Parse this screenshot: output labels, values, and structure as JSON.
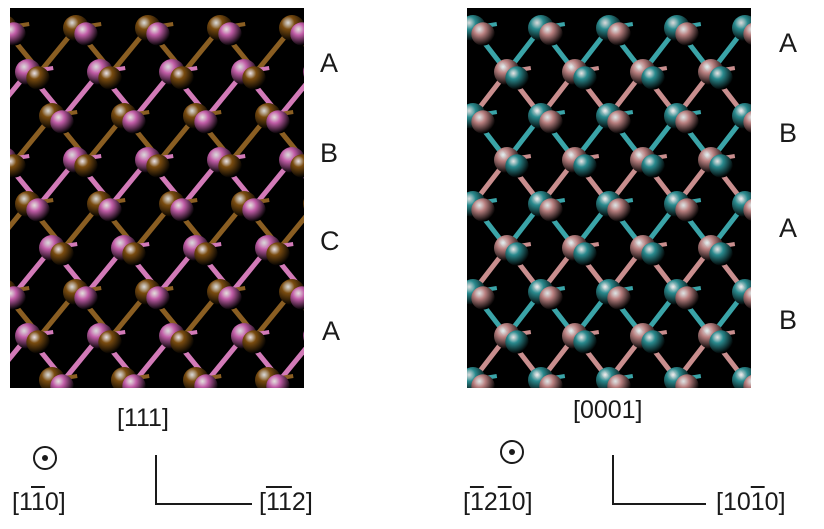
{
  "left_panel": {
    "layers": [
      "A",
      "B",
      "C",
      "A"
    ],
    "colors": {
      "atom_a": "#7a4c10",
      "atom_b": "#c25ea8",
      "bond_a": "#8a5e22",
      "bond_b": "#d27ab8"
    },
    "axis": {
      "vertical": "[111]",
      "horizontal": "[̅ 1̅ 12]",
      "out_of_plane": "[1̅ 10]"
    }
  },
  "right_panel": {
    "layers": [
      "A",
      "B",
      "A",
      "B"
    ],
    "colors": {
      "atom_a": "#2a8a8e",
      "atom_b": "#b98080",
      "bond_a": "#3aa4a8",
      "bond_b": "#c98e8e"
    },
    "axis": {
      "vertical": "[0001]",
      "horizontal": "[10̅ 10]",
      "out_of_plane": "[̅ 12̅ 10]"
    }
  }
}
